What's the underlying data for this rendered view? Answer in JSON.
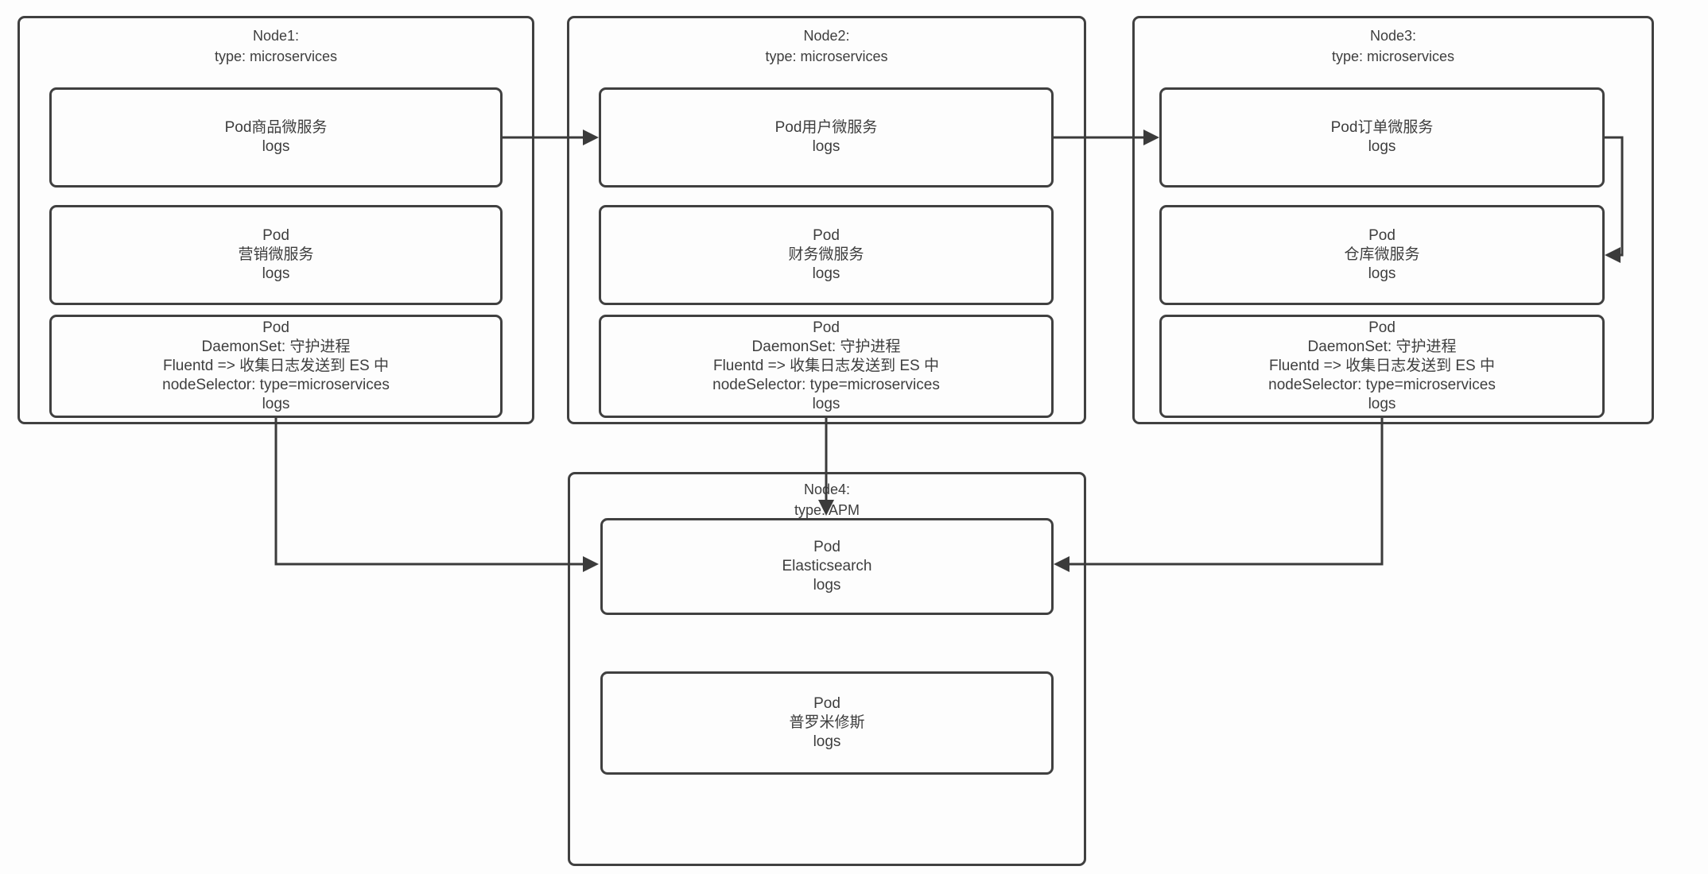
{
  "diagram": {
    "colors": {
      "background": "#fdfdfd",
      "border": "#404040",
      "line": "#3b3b3b",
      "text": "#3e3e3e"
    },
    "nodes": [
      {
        "name": "Node1",
        "title": [
          "Node1:",
          "type: microservices"
        ],
        "pods": [
          {
            "lines": [
              "Pod商品微服务",
              "logs"
            ]
          },
          {
            "lines": [
              "Pod",
              "营销微服务",
              "logs"
            ]
          },
          {
            "lines": [
              "Pod",
              "DaemonSet: 守护进程",
              "Fluentd => 收集日志发送到 ES 中",
              "nodeSelector: type=microservices",
              "logs"
            ]
          }
        ]
      },
      {
        "name": "Node2",
        "title": [
          "Node2:",
          "type: microservices"
        ],
        "pods": [
          {
            "lines": [
              "Pod用户微服务",
              "logs"
            ]
          },
          {
            "lines": [
              "Pod",
              "财务微服务",
              "logs"
            ]
          },
          {
            "lines": [
              "Pod",
              "DaemonSet: 守护进程",
              "Fluentd => 收集日志发送到 ES 中",
              "nodeSelector: type=microservices",
              "logs"
            ]
          }
        ]
      },
      {
        "name": "Node3",
        "title": [
          "Node3:",
          "type: microservices"
        ],
        "pods": [
          {
            "lines": [
              "Pod订单微服务",
              "logs"
            ]
          },
          {
            "lines": [
              "Pod",
              "仓库微服务",
              "logs"
            ]
          },
          {
            "lines": [
              "Pod",
              "DaemonSet: 守护进程",
              "Fluentd => 收集日志发送到 ES 中",
              "nodeSelector: type=microservices",
              "logs"
            ]
          }
        ]
      },
      {
        "name": "Node4",
        "title": [
          "Node4:",
          "type: APM"
        ],
        "pods": [
          {
            "lines": [
              "Pod",
              "Elasticsearch",
              "logs"
            ]
          },
          {
            "lines": [
              "Pod",
              "普罗米修斯",
              "logs"
            ]
          }
        ]
      }
    ],
    "connections": [
      {
        "from": "Node1/Pod商品微服务",
        "to": "Node2/Pod用户微服务"
      },
      {
        "from": "Node2/Pod用户微服务",
        "to": "Node3/Pod订单微服务"
      },
      {
        "from": "Node3/Pod订单微服务",
        "to": "Node3/Pod仓库微服务"
      },
      {
        "from": "Node1/Pod DaemonSet",
        "to": "Node4/Pod Elasticsearch"
      },
      {
        "from": "Node2/Pod DaemonSet",
        "to": "Node4/Pod Elasticsearch"
      },
      {
        "from": "Node3/Pod DaemonSet",
        "to": "Node4/Pod Elasticsearch"
      }
    ]
  }
}
